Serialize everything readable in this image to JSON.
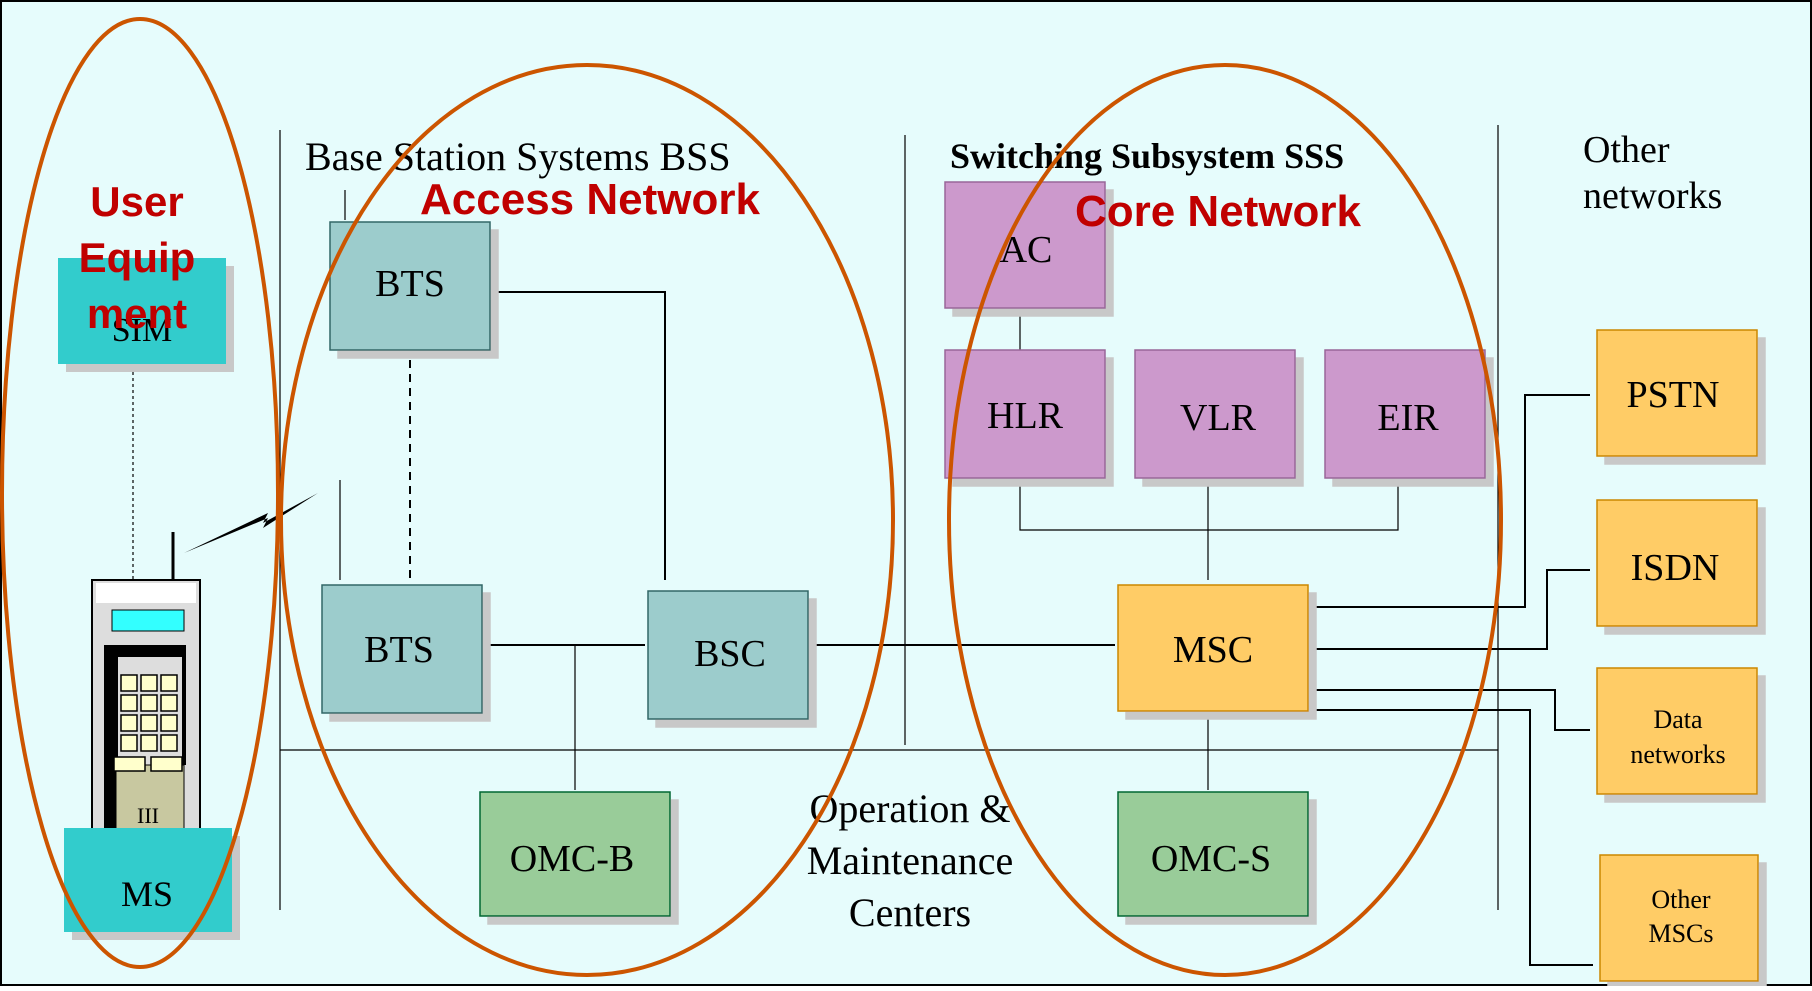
{
  "sections": {
    "bss_title": "Base Station Systems BSS",
    "sss_title": "Switching Subsystem SSS",
    "other_networks": [
      "Other",
      "networks"
    ],
    "omc_title": [
      "Operation &",
      "Maintenance",
      "Centers"
    ]
  },
  "overlays": {
    "user_equipment": [
      "User",
      "Equip",
      "ment"
    ],
    "access_network": "Access Network",
    "core_network": "Core Network"
  },
  "nodes": {
    "sim": "SIM",
    "ms": "MS",
    "bts_top": "BTS",
    "bts_bottom": "BTS",
    "bsc": "BSC",
    "omc_b": "OMC-B",
    "ac": "AC",
    "hlr": "HLR",
    "vlr": "VLR",
    "eir": "EIR",
    "msc": "MSC",
    "omc_s": "OMC-S",
    "pstn": "PSTN",
    "isdn": "ISDN",
    "data_networks": [
      "Data",
      "networks"
    ],
    "other_mscs": [
      "Other",
      "MSCs"
    ],
    "phone_label": "III"
  },
  "colors": {
    "background": "#e6fcfc",
    "bss_box": "#9ccccc",
    "sim_ms_box": "#33cccc",
    "sss_box": "#cc99cc",
    "msc_box": "#ffcc66",
    "omc_box": "#99cc99",
    "ellipse": "#cc5500",
    "overlay_text": "#c00000"
  }
}
